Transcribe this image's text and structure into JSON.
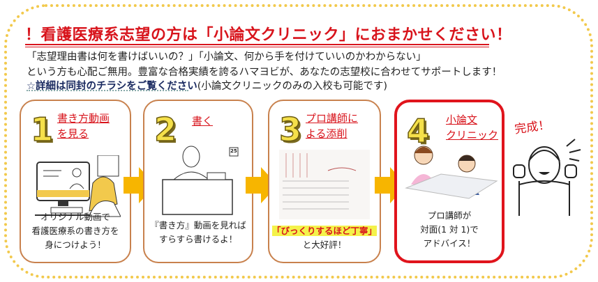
{
  "header": {
    "title": "！看護医療系志望の方は「小論文クリニック」におまかせください！",
    "lines": [
      "「志望理由書は何を書けばいいの？」「小論文、何から手を付けていいのかわからない」",
      "という方も心配ご無用。豊富な合格実績を誇るハマヨビが、あなたの志望校に合わせてサポートします！"
    ],
    "note_bold": "☆詳細は同封のチラシをご覧ください",
    "note_rest": "(小論文クリニックのみの入校も可能です)"
  },
  "steps": [
    {
      "num": "1",
      "title": [
        "書き方動画",
        "を見る"
      ],
      "caption": [
        "オリジナル動画で",
        "看護医療系の書き方を",
        "身につけよう！"
      ]
    },
    {
      "num": "2",
      "title": [
        "書く"
      ],
      "caption": [
        "『書き方』動画を見れば",
        "すらすら書けるよ！"
      ],
      "calendar": "25"
    },
    {
      "num": "3",
      "title": [
        "プロ講師に",
        "よる添削"
      ],
      "highlight": "「びっくりするほど丁寧」",
      "caption": [
        "と大好評！"
      ]
    },
    {
      "num": "4",
      "title": [
        "小論文",
        "クリニック"
      ],
      "caption": [
        "プロ講師が",
        "対面(1 対 1)で",
        "アドバイス！"
      ]
    }
  ],
  "done": "完成！",
  "colors": {
    "accent": "#d8141c",
    "arrow": "#f7b500",
    "border": "#c8814d",
    "frame": "#f2c94c"
  }
}
